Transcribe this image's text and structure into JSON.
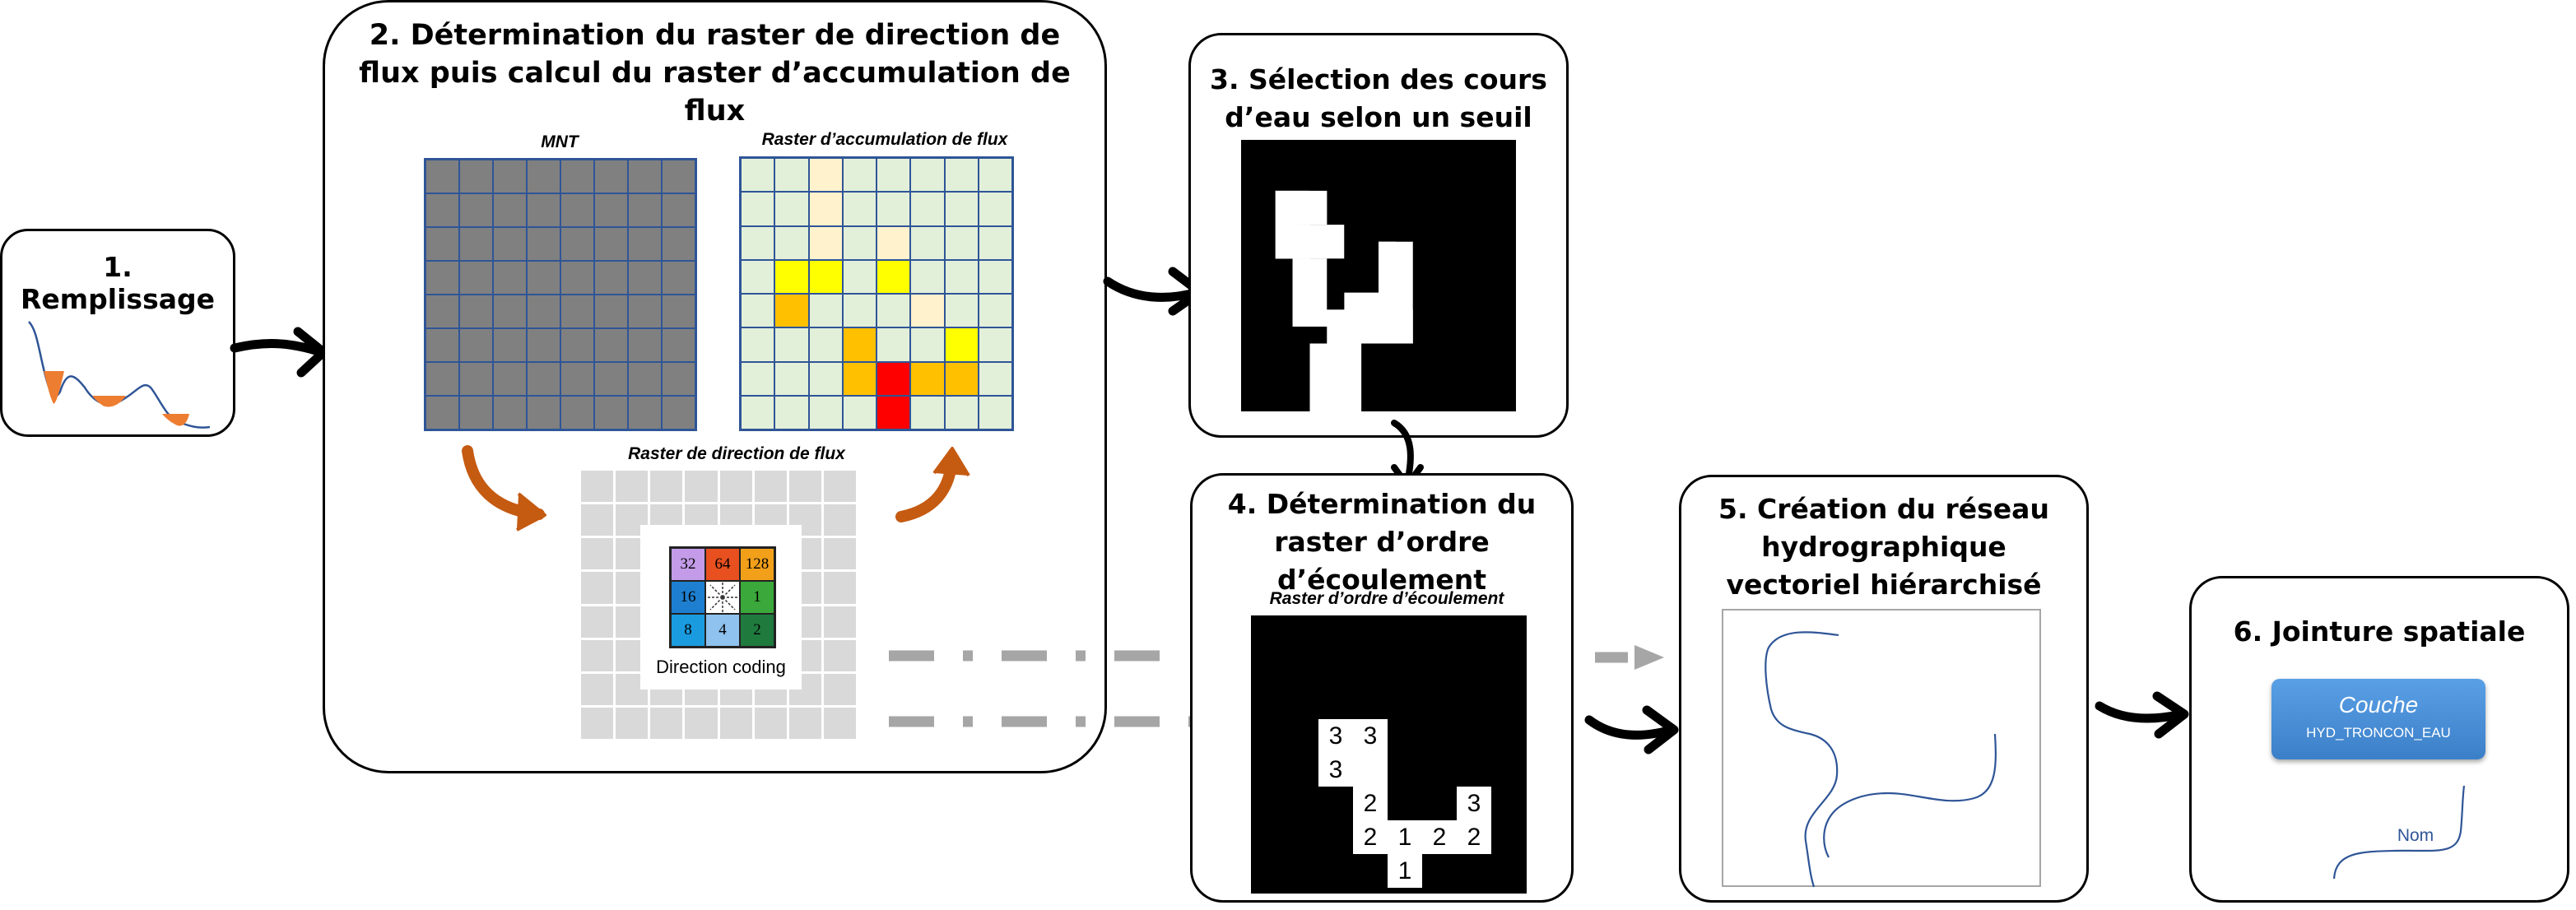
{
  "step1": {
    "title": "1. Remplissage"
  },
  "step2": {
    "title": "2. Détermination du raster de direction de\nflux puis calcul du raster d’accumulation de\nflux",
    "mnt_label": "MNT",
    "acc_label": "Raster d’accumulation de flux",
    "dir_label": "Raster de direction de flux",
    "direction_codes": [
      "32",
      "64",
      "128",
      "16",
      "",
      "1",
      "8",
      "4",
      "2"
    ],
    "direction_colors": [
      "#c39be8",
      "#e8501f",
      "#f2a01a",
      "#1e7fd0",
      "#ffffff",
      "#3aa83a",
      "#1a9be0",
      "#8fc2ee",
      "#1f7a3e"
    ],
    "coding_label": "Direction coding",
    "accumulation_grid": [
      [
        "g",
        "g",
        "l",
        "g",
        "g",
        "g",
        "g",
        "g"
      ],
      [
        "g",
        "g",
        "l",
        "g",
        "g",
        "g",
        "g",
        "g"
      ],
      [
        "g",
        "g",
        "l",
        "g",
        "l",
        "g",
        "g",
        "g"
      ],
      [
        "g",
        "y",
        "y",
        "g",
        "y",
        "g",
        "g",
        "g"
      ],
      [
        "g",
        "o",
        "g",
        "g",
        "g",
        "l",
        "g",
        "g"
      ],
      [
        "g",
        "g",
        "g",
        "o",
        "g",
        "g",
        "y",
        "g"
      ],
      [
        "g",
        "g",
        "g",
        "o",
        "r",
        "o",
        "o",
        "g"
      ],
      [
        "g",
        "g",
        "g",
        "g",
        "r",
        "g",
        "g",
        "g"
      ]
    ],
    "accumulation_colors": {
      "g": "#e2efd9",
      "l": "#fff2cc",
      "y": "#ffff00",
      "o": "#ffc000",
      "r": "#ff0000"
    },
    "mnt_color": "#808080",
    "grid_line_color": "#2f5597"
  },
  "step3": {
    "title": "3. Sélection des cours\nd’eau selon un seuil"
  },
  "step4": {
    "title": "4. Détermination du\nraster d’ordre\nd’écoulement",
    "raster_label": "Raster d’ordre d’écoulement",
    "order_cells": [
      {
        "r": 0,
        "c": 0,
        "v": "3"
      },
      {
        "r": 0,
        "c": 1,
        "v": "3"
      },
      {
        "r": 1,
        "c": 0,
        "v": "3"
      },
      {
        "r": 2,
        "c": 1,
        "v": "2"
      },
      {
        "r": 2,
        "c": 4,
        "v": "3"
      },
      {
        "r": 3,
        "c": 1,
        "v": "2"
      },
      {
        "r": 3,
        "c": 2,
        "v": "1"
      },
      {
        "r": 3,
        "c": 3,
        "v": "2"
      },
      {
        "r": 3,
        "c": 4,
        "v": "2"
      },
      {
        "r": 4,
        "c": 2,
        "v": "1"
      }
    ]
  },
  "step5": {
    "title": "5. Création du réseau\nhydrographique\nvectoriel hiérarchisé"
  },
  "step6": {
    "title": "6. Jointure spatiale",
    "layer_name": "Couche",
    "layer_id": "HYD_TRONCON_EAU",
    "field_label": "Nom",
    "layer_color": "#4a90d9"
  },
  "colors": {
    "arrow_black": "#000000",
    "arrow_orange": "#c55a11",
    "dash_gray": "#a6a6a6",
    "fill_orange": "#ed7d31",
    "curve_blue": "#2f5597"
  }
}
